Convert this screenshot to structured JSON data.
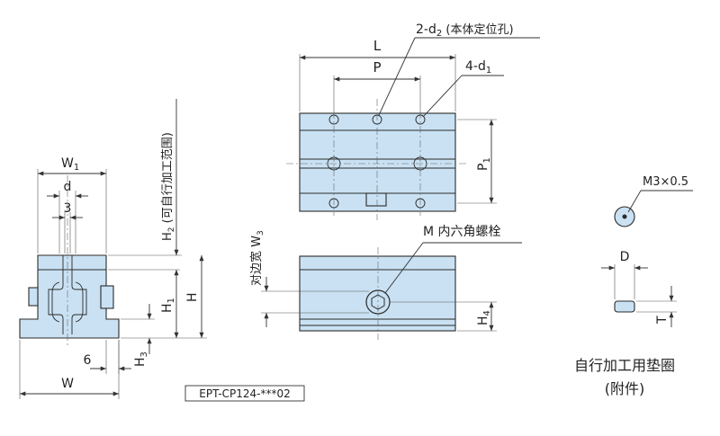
{
  "labels": {
    "L": "L",
    "P": "P",
    "d2_holes": "2-d",
    "d2_sub": "2",
    "d2_note": " (本体定位孔)",
    "d1_holes": "4-d",
    "d1_sub": "1",
    "P1": "P",
    "P1_sub": "1",
    "W1": "W",
    "W1_sub": "1",
    "d": "d",
    "three": "3",
    "H2_main": "H",
    "H2_sub": "2",
    "H2_note": " (可自行加工范围)",
    "H": "H",
    "H1": "H",
    "H1_sub": "1",
    "H3": "H",
    "H3_sub": "3",
    "six": "6",
    "W": "W",
    "W3_prefix": "对边宽 W",
    "W3_sub": "3",
    "M_bolt": "M 内六角螺栓",
    "H4": "H",
    "H4_sub": "4",
    "M3": "M3×0.5",
    "D": "D",
    "T": "T",
    "washer_title": "自行加工用垫圈",
    "washer_sub": "(附件)",
    "part_code": "EPT-CP124-***02"
  },
  "colors": {
    "part_fill": "#c9e1f3",
    "outline": "#2a2a2a",
    "text": "#222222"
  }
}
